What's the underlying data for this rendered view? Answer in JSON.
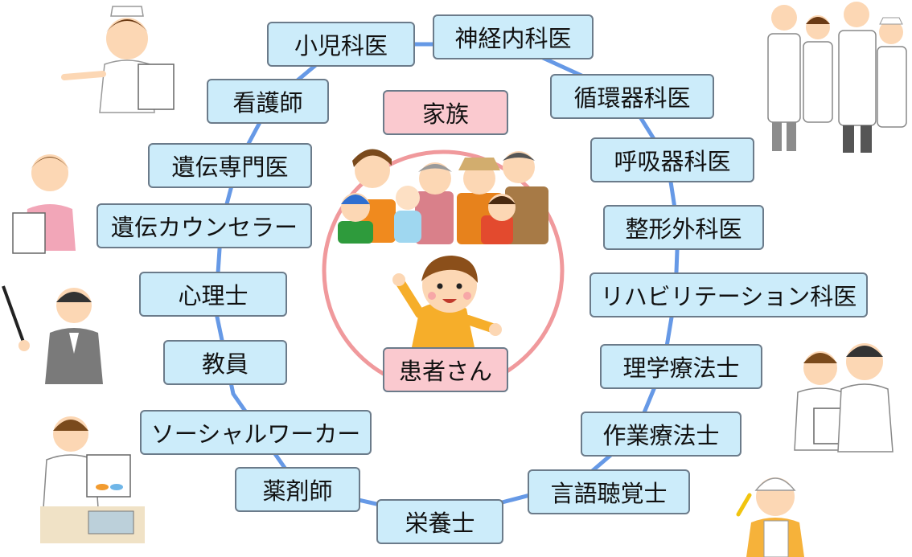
{
  "diagram": {
    "center": {
      "family_label": "家族",
      "patient_label": "患者さん"
    },
    "professionals": {
      "pediatrician": "小児科医",
      "neurologist": "神経内科医",
      "nurse": "看護師",
      "cardiologist": "循環器科医",
      "geneticist": "遺伝専門医",
      "pulmonologist": "呼吸器科医",
      "genetic_counselor": "遺伝カウンセラー",
      "orthopedist": "整形外科医",
      "psychologist": "心理士",
      "rehab_physician": "リハビリテーション科医",
      "teacher": "教員",
      "physical_therapist": "理学療法士",
      "social_worker": "ソーシャルワーカー",
      "occupational_therapist": "作業療法士",
      "pharmacist": "薬剤師",
      "speech_therapist": "言語聴覚士",
      "dietitian": "栄養士"
    },
    "colors": {
      "staff_box": "#ccecfa",
      "center_box": "#fac9cf",
      "outer_ring": "#6699e6",
      "inner_ring": "#f0999c"
    }
  }
}
